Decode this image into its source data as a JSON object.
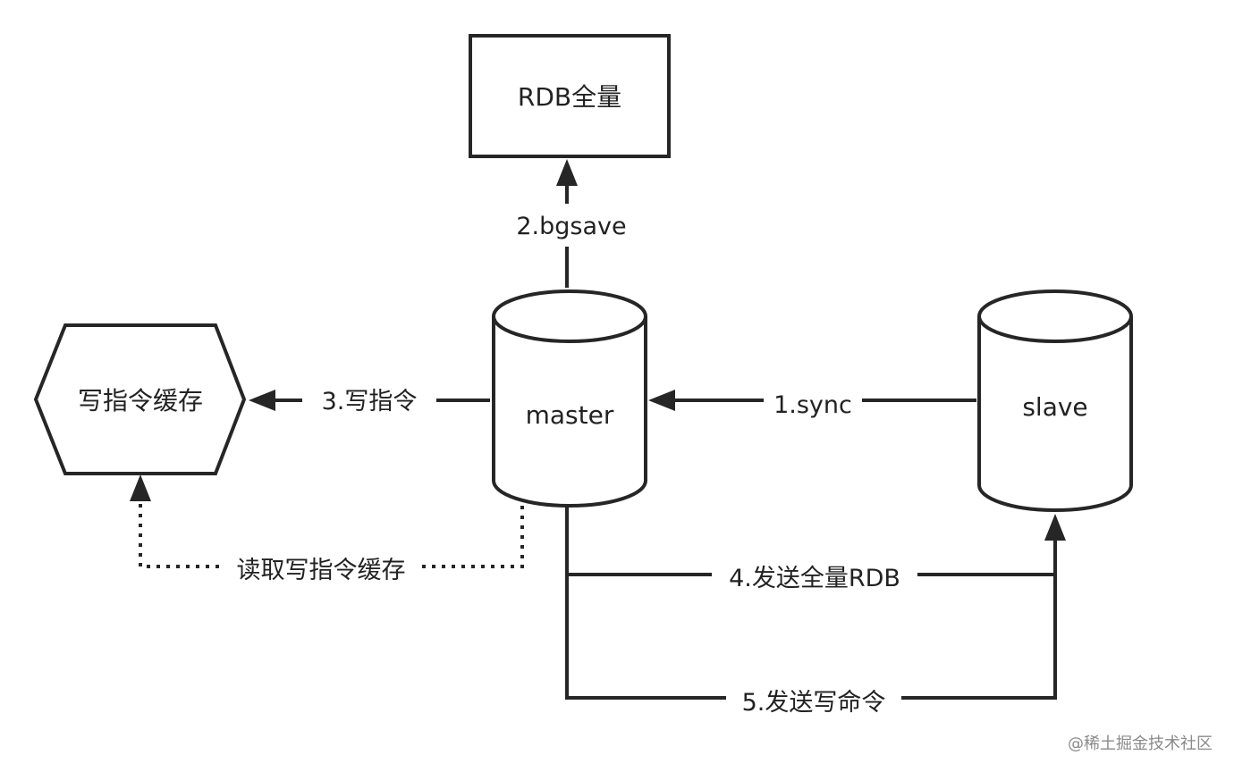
{
  "diagram": {
    "nodes": {
      "rdb": "RDB全量",
      "master": "master",
      "slave": "slave",
      "write_cache": "写指令缓存"
    },
    "edges": {
      "sync": "1.sync",
      "bgsave": "2.bgsave",
      "write_cmd": "3.写指令",
      "send_rdb": "4.发送全量RDB",
      "send_write_cmd": "5.发送写命令",
      "read_cache": "读取写指令缓存"
    }
  },
  "watermark": "@稀土掘金技术社区",
  "colors": {
    "stroke": "#262626",
    "text": "#222222",
    "watermark": "#8a8a8a",
    "background": "#ffffff"
  }
}
